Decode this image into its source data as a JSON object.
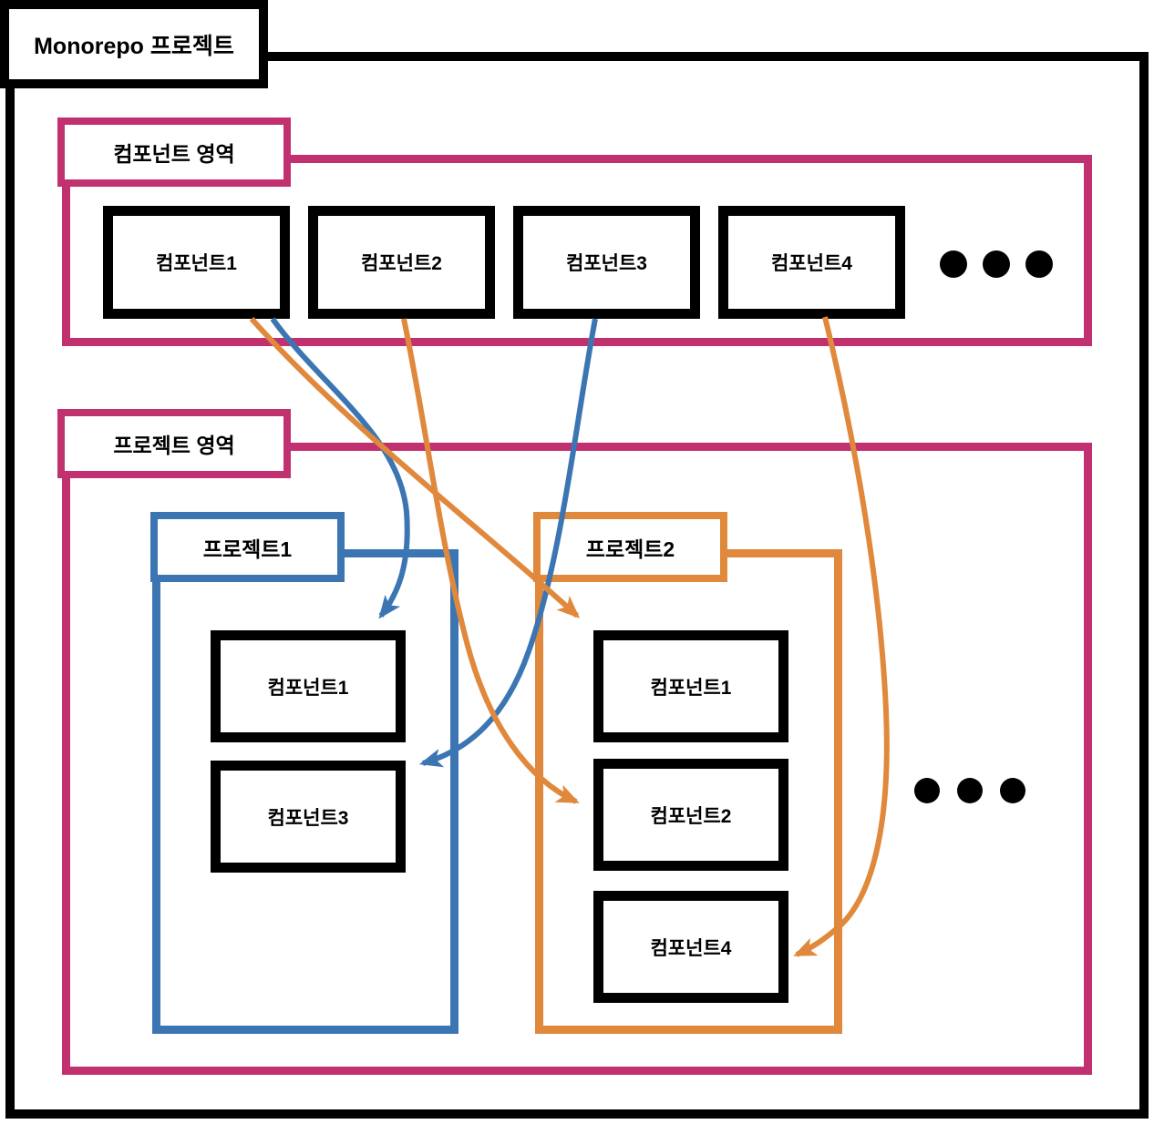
{
  "title": "Monorepo 프로젝트",
  "component_area": {
    "label": "컴포넌트 영역",
    "components": [
      "컴포넌트1",
      "컴포넌트2",
      "컴포넌트3",
      "컴포넌트4"
    ],
    "ellipsis_dots": 3
  },
  "project_area": {
    "label": "프로젝트 영역",
    "projects": [
      {
        "label": "프로젝트1",
        "components": [
          "컴포넌트1",
          "컴포넌트3"
        ]
      },
      {
        "label": "프로젝트2",
        "components": [
          "컴포넌트1",
          "컴포넌트2",
          "컴포넌트4"
        ]
      }
    ],
    "ellipsis_dots": 3
  },
  "arrows": [
    {
      "id": "arrow-comp1-to-project1-comp1",
      "from": "컴포넌트 영역/컴포넌트1",
      "to": "프로젝트1/컴포넌트1",
      "color_key": "blue"
    },
    {
      "id": "arrow-comp3-to-project1-comp3",
      "from": "컴포넌트 영역/컴포넌트3",
      "to": "프로젝트1/컴포넌트3",
      "color_key": "blue"
    },
    {
      "id": "arrow-comp1-to-project2-comp1",
      "from": "컴포넌트 영역/컴포넌트1",
      "to": "프로젝트2/컴포넌트1",
      "color_key": "orange"
    },
    {
      "id": "arrow-comp2-to-project2-comp2",
      "from": "컴포넌트 영역/컴포넌트2",
      "to": "프로젝트2/컴포넌트2",
      "color_key": "orange"
    },
    {
      "id": "arrow-comp4-to-project2-comp4",
      "from": "컴포넌트 영역/컴포넌트4",
      "to": "프로젝트2/컴포넌트4",
      "color_key": "orange"
    }
  ],
  "colors": {
    "pink": "#C2316F",
    "blue": "#3B76B3",
    "orange": "#E0883B",
    "black": "#000000"
  }
}
